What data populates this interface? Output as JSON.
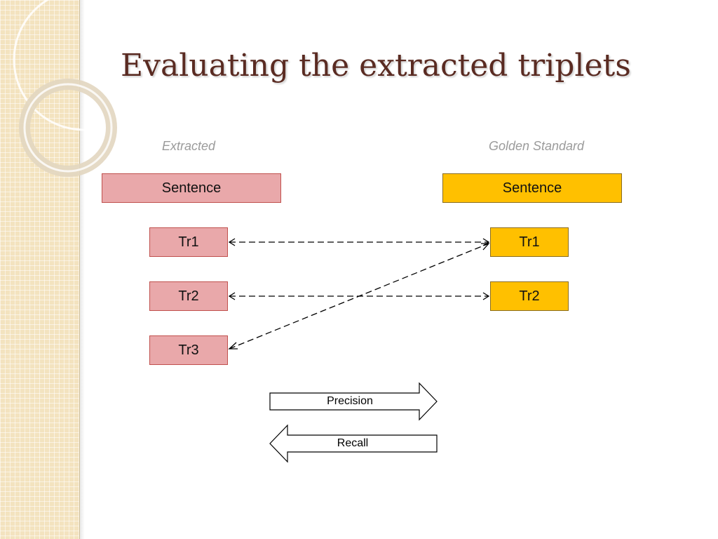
{
  "title": "Evaluating the extracted triplets",
  "columns": {
    "extracted_label": "Extracted",
    "golden_label": "Golden Standard"
  },
  "extracted": {
    "sentence": "Sentence",
    "triplets": [
      "Tr1",
      "Tr2",
      "Tr3"
    ]
  },
  "golden": {
    "sentence": "Sentence",
    "triplets": [
      "Tr1",
      "Tr2"
    ]
  },
  "links": [
    {
      "from": "Tr1",
      "to": "Tr1"
    },
    {
      "from": "Tr2",
      "to": "Tr2"
    },
    {
      "from": "Tr3",
      "to": "Tr1"
    }
  ],
  "arrows": {
    "precision": "Precision",
    "recall": "Recall"
  },
  "colors": {
    "extracted_fill": "#e9a8aa",
    "golden_fill": "#ffc000",
    "title": "#5a2b22",
    "sidebar": "#f3e3bf"
  }
}
